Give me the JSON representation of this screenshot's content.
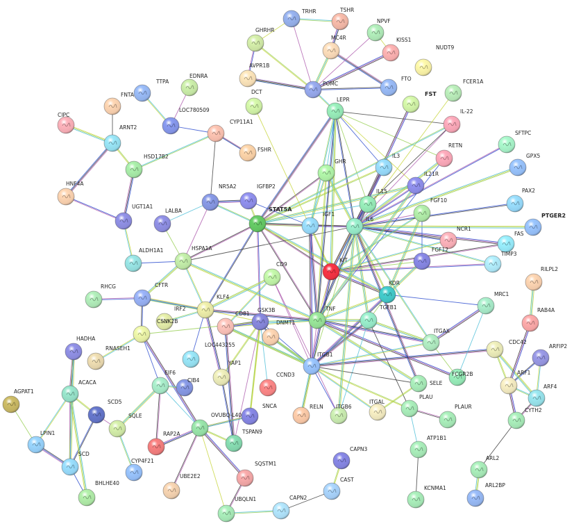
{
  "nodes": [
    {
      "id": "TRHR",
      "color": "#8fa8e0"
    },
    {
      "id": "TSHR",
      "color": "#e8b0a0"
    },
    {
      "id": "GHRHR",
      "color": "#c8e0a0"
    },
    {
      "id": "NPVF",
      "color": "#a8e0b0"
    },
    {
      "id": "KISS1",
      "color": "#f0a8a8"
    },
    {
      "id": "MC4R",
      "color": "#f0d0b0"
    },
    {
      "id": "NUDT9",
      "color": "#f0e8a0"
    },
    {
      "id": "AVPR1B",
      "color": "#f0d8b0"
    },
    {
      "id": "EDNRA",
      "color": "#c0e0a0"
    },
    {
      "id": "POMC",
      "color": "#8fa0e0"
    },
    {
      "id": "FTO",
      "color": "#90b0e8"
    },
    {
      "id": "FCER1A",
      "color": "#b0e0b0"
    },
    {
      "id": "TTPA",
      "color": "#90b0e8"
    },
    {
      "id": "FNTA",
      "color": "#f0c8a8"
    },
    {
      "id": "DCT",
      "color": "#c8e8a0"
    },
    {
      "id": "FST",
      "color": "#c8e8a0"
    },
    {
      "id": "CIPC",
      "color": "#f0a8b0"
    },
    {
      "id": "LOC780509",
      "color": "#8090e0"
    },
    {
      "id": "LEPR",
      "color": "#90e0b0"
    },
    {
      "id": "IL-22",
      "color": "#f0a0b0"
    },
    {
      "id": "ARNT2",
      "color": "#90d8e8"
    },
    {
      "id": "CYP11A1",
      "color": "#f0b8a8"
    },
    {
      "id": "FSHR",
      "color": "#f0c8a0"
    },
    {
      "id": "SFTPC",
      "color": "#a0e8c0"
    },
    {
      "id": "RETN",
      "color": "#f0a0b0"
    },
    {
      "id": "HSD17B2",
      "color": "#a0e0a0"
    },
    {
      "id": "GHR",
      "color": "#a8e8a0"
    },
    {
      "id": "IL3",
      "color": "#90d0f0"
    },
    {
      "id": "GPX5",
      "color": "#90b8f0"
    },
    {
      "id": "IL21R",
      "color": "#8888e0"
    },
    {
      "id": "HNF4A",
      "color": "#f0c8a8"
    },
    {
      "id": "NR5A2",
      "color": "#8090d8"
    },
    {
      "id": "IGFBP2",
      "color": "#8888e0"
    },
    {
      "id": "IL15",
      "color": "#90e0b0"
    },
    {
      "id": "PAX2",
      "color": "#90d0f0"
    },
    {
      "id": "UGT1A1",
      "color": "#8888d8"
    },
    {
      "id": "FGF10",
      "color": "#a8e0a0"
    },
    {
      "id": "LALBA",
      "color": "#8888d8"
    },
    {
      "id": "STAT5A",
      "color": "#60c060"
    },
    {
      "id": "IGF1",
      "color": "#90d0f0"
    },
    {
      "id": "IL6",
      "color": "#90e0c0"
    },
    {
      "id": "PTGER2",
      "color": "#90b8f0"
    },
    {
      "id": "NCR1",
      "color": "#f0a8b0"
    },
    {
      "id": "FAS",
      "color": "#90e0f0"
    },
    {
      "id": "ALDH1A1",
      "color": "#90d8d8"
    },
    {
      "id": "HSPA1A",
      "color": "#b8e0a0"
    },
    {
      "id": "FGF12",
      "color": "#8080d8"
    },
    {
      "id": "KIT",
      "color": "#e83040"
    },
    {
      "id": "TIMP3",
      "color": "#a8e0f0"
    },
    {
      "id": "CD9",
      "color": "#b8e8a0"
    },
    {
      "id": "RILPL2",
      "color": "#f0c8a8"
    },
    {
      "id": "RHCG",
      "color": "#a8e0b0"
    },
    {
      "id": "CFTR",
      "color": "#90a8e8"
    },
    {
      "id": "KDR",
      "color": "#40c0c0"
    },
    {
      "id": "MRC1",
      "color": "#a0e0c0"
    },
    {
      "id": "RAB4A",
      "color": "#f0a0a0"
    },
    {
      "id": "KLF4",
      "color": "#e0e0a0"
    },
    {
      "id": "GSK3B",
      "color": "#8080d0"
    },
    {
      "id": "TNF",
      "color": "#90d890"
    },
    {
      "id": "TGFB1",
      "color": "#90e0c0"
    },
    {
      "id": "IRF2",
      "color": "#d8e0a0"
    },
    {
      "id": "CD81",
      "color": "#f0b8b0"
    },
    {
      "id": "HADHA",
      "color": "#8888d8"
    },
    {
      "id": "CSNK2B",
      "color": "#e0e8a0"
    },
    {
      "id": "DNMT1",
      "color": "#f0c8a8"
    },
    {
      "id": "ITGAX",
      "color": "#a8e0b8"
    },
    {
      "id": "CDC42",
      "color": "#e0e0b0"
    },
    {
      "id": "ARFIP2",
      "color": "#9090d8"
    },
    {
      "id": "RNASEH1",
      "color": "#e0d0a8"
    },
    {
      "id": "LOC443255",
      "color": "#90d8e8"
    },
    {
      "id": "ITGB1",
      "color": "#90b8f0"
    },
    {
      "id": "FCGR2B",
      "color": "#90e0b0"
    },
    {
      "id": "ACACA",
      "color": "#90d8c0"
    },
    {
      "id": "EIF6",
      "color": "#a0e0c0"
    },
    {
      "id": "CIB4",
      "color": "#8090d8"
    },
    {
      "id": "YAP1",
      "color": "#e0e0b0"
    },
    {
      "id": "CCND3",
      "color": "#f08080"
    },
    {
      "id": "SELE",
      "color": "#a0e0b0"
    },
    {
      "id": "ARF1",
      "color": "#e8e0b8"
    },
    {
      "id": "AGPAT1",
      "color": "#c0b060"
    },
    {
      "id": "SCD5",
      "color": "#6070c0"
    },
    {
      "id": "SQLE",
      "color": "#c8e0a0"
    },
    {
      "id": "OVUBQ-L40",
      "color": "#90d8a0"
    },
    {
      "id": "SNCA",
      "color": "#8080d8"
    },
    {
      "id": "RELN",
      "color": "#f0c0a0"
    },
    {
      "id": "ITGB6",
      "color": "#c0e0a8"
    },
    {
      "id": "ITGAL",
      "color": "#e8e0b8"
    },
    {
      "id": "PLAU",
      "color": "#a0e0b0"
    },
    {
      "id": "ARF4",
      "color": "#90d8e0"
    },
    {
      "id": "LPIN1",
      "color": "#90c8f0"
    },
    {
      "id": "PLAUR",
      "color": "#a0e0b0"
    },
    {
      "id": "TSPAN9",
      "color": "#80d0a8"
    },
    {
      "id": "RAP2A",
      "color": "#e87878"
    },
    {
      "id": "SCD",
      "color": "#90d0f0"
    },
    {
      "id": "CYTH2",
      "color": "#a0e0b0"
    },
    {
      "id": "CYP4F21",
      "color": "#90b8f0"
    },
    {
      "id": "CAPN3",
      "color": "#8080d8"
    },
    {
      "id": "ATP1B1",
      "color": "#a0e0b0"
    },
    {
      "id": "ARL2",
      "color": "#a0e0b0"
    },
    {
      "id": "SQSTM1",
      "color": "#e8a0a0"
    },
    {
      "id": "UBE2E2",
      "color": "#e8c8a8"
    },
    {
      "id": "BHLHE40",
      "color": "#a8e0a0"
    },
    {
      "id": "CAST",
      "color": "#a0c8f0"
    },
    {
      "id": "ARL2BP",
      "color": "#90b0e8"
    },
    {
      "id": "CAPN2",
      "color": "#a8d8f0"
    },
    {
      "id": "KCNMA1",
      "color": "#a0e0b0"
    },
    {
      "id": "UBQLN1",
      "color": "#a0e0b0"
    }
  ],
  "bold_labels": [
    "STAT5A",
    "FST",
    "PTGER2"
  ],
  "edges": [
    [
      "TRHR",
      "GHRHR"
    ],
    [
      "TRHR",
      "POMC"
    ],
    [
      "TRHR",
      "TSHR"
    ],
    [
      "TSHR",
      "MC4R"
    ],
    [
      "GHRHR",
      "POMC"
    ],
    [
      "GHRHR",
      "AVPR1B"
    ],
    [
      "MC4R",
      "POMC"
    ],
    [
      "MC4R",
      "FTO"
    ],
    [
      "POMC",
      "LEPR"
    ],
    [
      "POMC",
      "FTO"
    ],
    [
      "POMC",
      "AVPR1B"
    ],
    [
      "POMC",
      "KISS1"
    ],
    [
      "NPVF",
      "KISS1"
    ],
    [
      "NPVF",
      "POMC"
    ],
    [
      "LEPR",
      "GHR"
    ],
    [
      "LEPR",
      "IL6"
    ],
    [
      "LEPR",
      "IL15"
    ],
    [
      "LEPR",
      "IL3"
    ],
    [
      "LEPR",
      "IL21R"
    ],
    [
      "LEPR",
      "STAT5A"
    ],
    [
      "LEPR",
      "IGF1"
    ],
    [
      "LEPR",
      "IL-22"
    ],
    [
      "LEPR",
      "RETN"
    ],
    [
      "FST",
      "IL6"
    ],
    [
      "FCER1A",
      "IL6"
    ],
    [
      "IL-22",
      "IL6"
    ],
    [
      "IL-22",
      "STAT5A"
    ],
    [
      "IL-22",
      "IL15"
    ],
    [
      "RETN",
      "IL6"
    ],
    [
      "RETN",
      "TNF"
    ],
    [
      "GHR",
      "IGF1"
    ],
    [
      "GHR",
      "STAT5A"
    ],
    [
      "GHR",
      "IL6"
    ],
    [
      "IL3",
      "IL6"
    ],
    [
      "IL3",
      "STAT5A"
    ],
    [
      "IL21R",
      "IL6"
    ],
    [
      "IL21R",
      "STAT5A"
    ],
    [
      "IL15",
      "IL6"
    ],
    [
      "IL15",
      "STAT5A"
    ],
    [
      "IGF1",
      "IL6"
    ],
    [
      "IGF1",
      "STAT5A"
    ],
    [
      "IGF1",
      "IGFBP2"
    ],
    [
      "IGF1",
      "KIT"
    ],
    [
      "IGF1",
      "TNF"
    ],
    [
      "IL6",
      "KIT"
    ],
    [
      "IL6",
      "TNF"
    ],
    [
      "IL6",
      "KDR"
    ],
    [
      "IL6",
      "FAS"
    ],
    [
      "IL6",
      "TGFB1"
    ],
    [
      "IL6",
      "STAT5A"
    ],
    [
      "IL6",
      "TIMP3"
    ],
    [
      "IL6",
      "NCR1"
    ],
    [
      "IL6",
      "ITGB1"
    ],
    [
      "KIT",
      "KDR"
    ],
    [
      "KIT",
      "TNF"
    ],
    [
      "KIT",
      "STAT5A"
    ],
    [
      "KIT",
      "FGF10"
    ],
    [
      "KIT",
      "ITGB1"
    ],
    [
      "KIT",
      "FGF12"
    ],
    [
      "FGF10",
      "FGF12"
    ],
    [
      "FGF10",
      "KDR"
    ],
    [
      "FGF10",
      "IL6"
    ],
    [
      "KDR",
      "TNF"
    ],
    [
      "KDR",
      "ITGB1"
    ],
    [
      "KDR",
      "TGFB1"
    ],
    [
      "KDR",
      "MRC1"
    ],
    [
      "TNF",
      "TGFB1"
    ],
    [
      "TNF",
      "ITGB1"
    ],
    [
      "TNF",
      "GSK3B"
    ],
    [
      "TNF",
      "ITGAX"
    ],
    [
      "TNF",
      "SELE"
    ],
    [
      "TNF",
      "FCGR2B"
    ],
    [
      "TNF",
      "CD81"
    ],
    [
      "TGFB1",
      "ITGB1"
    ],
    [
      "TGFB1",
      "ITGB6"
    ],
    [
      "TGFB1",
      "PLAU"
    ],
    [
      "TGFB1",
      "ITGAX"
    ],
    [
      "ITGB1",
      "ITGB6"
    ],
    [
      "ITGB1",
      "ITGAL"
    ],
    [
      "ITGB1",
      "CD9"
    ],
    [
      "ITGB1",
      "CD81"
    ],
    [
      "ITGB1",
      "RELN"
    ],
    [
      "ITGB1",
      "PLAU"
    ],
    [
      "ITGB1",
      "GSK3B"
    ],
    [
      "ITGB1",
      "DNMT1"
    ],
    [
      "PLAU",
      "PLAUR"
    ],
    [
      "PLAU",
      "ATP1B1"
    ],
    [
      "ATP1B1",
      "KCNMA1"
    ],
    [
      "ITGAX",
      "FCGR2B"
    ],
    [
      "ITGAX",
      "MRC1"
    ],
    [
      "ITGAX",
      "ITGB1"
    ],
    [
      "STAT5A",
      "HSPA1A"
    ],
    [
      "STAT5A",
      "NR5A2"
    ],
    [
      "STAT5A",
      "KLF4"
    ],
    [
      "STAT5A",
      "IGFBP2"
    ],
    [
      "STAT5A",
      "GSK3B"
    ],
    [
      "HSPA1A",
      "KLF4"
    ],
    [
      "HSPA1A",
      "NR5A2"
    ],
    [
      "HSPA1A",
      "TNF"
    ],
    [
      "HSPA1A",
      "IL6"
    ],
    [
      "HSPA1A",
      "CFTR"
    ],
    [
      "HSPA1A",
      "ALDH1A1"
    ],
    [
      "KLF4",
      "GSK3B"
    ],
    [
      "KLF4",
      "TNF"
    ],
    [
      "KLF4",
      "IRF2"
    ],
    [
      "KLF4",
      "YAP1"
    ],
    [
      "KLF4",
      "CD9"
    ],
    [
      "KLF4",
      "CFTR"
    ],
    [
      "GSK3B",
      "SNCA"
    ],
    [
      "GSK3B",
      "TSPAN9"
    ],
    [
      "GSK3B",
      "CCND3"
    ],
    [
      "GSK3B",
      "DNMT1"
    ],
    [
      "GSK3B",
      "YAP1"
    ],
    [
      "GSK3B",
      "CD81"
    ],
    [
      "CD81",
      "CD9"
    ],
    [
      "CD81",
      "TSPAN9"
    ],
    [
      "CD81",
      "ITGB1"
    ],
    [
      "SNCA",
      "OVUBQ-L40"
    ],
    [
      "SNCA",
      "GSK3B"
    ],
    [
      "OVUBQ-L40",
      "SQSTM1"
    ],
    [
      "OVUBQ-L40",
      "UBQLN1"
    ],
    [
      "OVUBQ-L40",
      "UBE2E2"
    ],
    [
      "OVUBQ-L40",
      "EIF6"
    ],
    [
      "OVUBQ-L40",
      "RAP2A"
    ],
    [
      "OVUBQ-L40",
      "TSPAN9"
    ],
    [
      "OVUBQ-L40",
      "CSNK2B"
    ],
    [
      "OVUBQ-L40",
      "SNCA"
    ],
    [
      "SQSTM1",
      "UBQLN1"
    ],
    [
      "UBQLN1",
      "CAPN2"
    ],
    [
      "CAPN2",
      "CAST"
    ],
    [
      "CAST",
      "CAPN3"
    ],
    [
      "EIF6",
      "CSNK2B"
    ],
    [
      "EIF6",
      "SQLE"
    ],
    [
      "EIF6",
      "RAP2A"
    ],
    [
      "EIF6",
      "CIB4"
    ],
    [
      "CSNK2B",
      "CFTR"
    ],
    [
      "CSNK2B",
      "GSK3B"
    ],
    [
      "CFTR",
      "RHCG"
    ],
    [
      "CFTR",
      "KLF4"
    ],
    [
      "SQLE",
      "SCD5"
    ],
    [
      "SQLE",
      "CYP4F21"
    ],
    [
      "SCD5",
      "SCD"
    ],
    [
      "SCD5",
      "ACACA"
    ],
    [
      "ACACA",
      "SCD"
    ],
    [
      "ACACA",
      "LPIN1"
    ],
    [
      "ACACA",
      "HADHA"
    ],
    [
      "ACACA",
      "BHLHE40"
    ],
    [
      "LPIN1",
      "SCD"
    ],
    [
      "LPIN1",
      "AGPAT1"
    ],
    [
      "SCD",
      "BHLHE40"
    ],
    [
      "HADHA",
      "SCD"
    ],
    [
      "ARNT2",
      "HNF4A"
    ],
    [
      "ARNT2",
      "CIPC"
    ],
    [
      "ARNT2",
      "FNTA"
    ],
    [
      "ARNT2",
      "HSD17B2"
    ],
    [
      "HNF4A",
      "UGT1A1"
    ],
    [
      "UGT1A1",
      "ALDH1A1"
    ],
    [
      "UGT1A1",
      "HSD17B2"
    ],
    [
      "HSD17B2",
      "CYP11A1"
    ],
    [
      "CYP11A1",
      "NR5A2"
    ],
    [
      "CYP11A1",
      "FSHR"
    ],
    [
      "CYP11A1",
      "LOC780509"
    ],
    [
      "LOC780509",
      "TTPA"
    ],
    [
      "LOC780509",
      "EDNRA"
    ],
    [
      "NR5A2",
      "LALBA"
    ],
    [
      "NR5A2",
      "IGFBP2"
    ],
    [
      "LALBA",
      "HSPA1A"
    ],
    [
      "FSHR",
      "CYP11A1"
    ],
    [
      "DCT",
      "KIT"
    ],
    [
      "AVPR1B",
      "POMC"
    ],
    [
      "ARF1",
      "ARF4"
    ],
    [
      "ARF1",
      "ARFIP2"
    ],
    [
      "ARF1",
      "CDC42"
    ],
    [
      "ARF1",
      "CYTH2"
    ],
    [
      "ARF4",
      "ARFIP2"
    ],
    [
      "ARF4",
      "CYTH2"
    ],
    [
      "ARF4",
      "CDC42"
    ],
    [
      "CYTH2",
      "ARL2"
    ],
    [
      "ARL2",
      "ARL2BP"
    ],
    [
      "RAB4A",
      "ARF1"
    ],
    [
      "RILPL2",
      "RAB4A"
    ],
    [
      "CDC42",
      "ITGB1"
    ],
    [
      "MRC1",
      "FCGR2B"
    ],
    [
      "SELE",
      "ITGB1"
    ],
    [
      "SELE",
      "ITGAL"
    ],
    [
      "TIMP3",
      "KIT"
    ],
    [
      "NCR1",
      "KIT"
    ],
    [
      "FAS",
      "KIT"
    ],
    [
      "PTGER2",
      "IL6"
    ],
    [
      "PAX2",
      "IL6"
    ],
    [
      "GPX5",
      "IL6"
    ],
    [
      "SFTPC",
      "IL6"
    ],
    [
      "FGF12",
      "KDR"
    ],
    [
      "CD9",
      "ITGB6"
    ],
    [
      "RELN",
      "ITGB1"
    ],
    [
      "YAP1",
      "TSPAN9"
    ],
    [
      "DNMT1",
      "ITGB1"
    ],
    [
      "LOC443255",
      "KLF4"
    ],
    [
      "RNASEH1",
      "CSNK2B"
    ],
    [
      "STAT5A",
      "TNF"
    ],
    [
      "STAT5A",
      "KDR"
    ],
    [
      "IL15",
      "TNF"
    ],
    [
      "GHR",
      "TNF"
    ],
    [
      "IGF1",
      "ITGB1"
    ],
    [
      "IL6",
      "ITGB6"
    ],
    [
      "IL6",
      "SELE"
    ],
    [
      "IL6",
      "ITGAX"
    ],
    [
      "LEPR",
      "TNF"
    ],
    [
      "LEPR",
      "KIT"
    ],
    [
      "IL3",
      "KIT"
    ],
    [
      "IL21R",
      "TNF"
    ]
  ]
}
